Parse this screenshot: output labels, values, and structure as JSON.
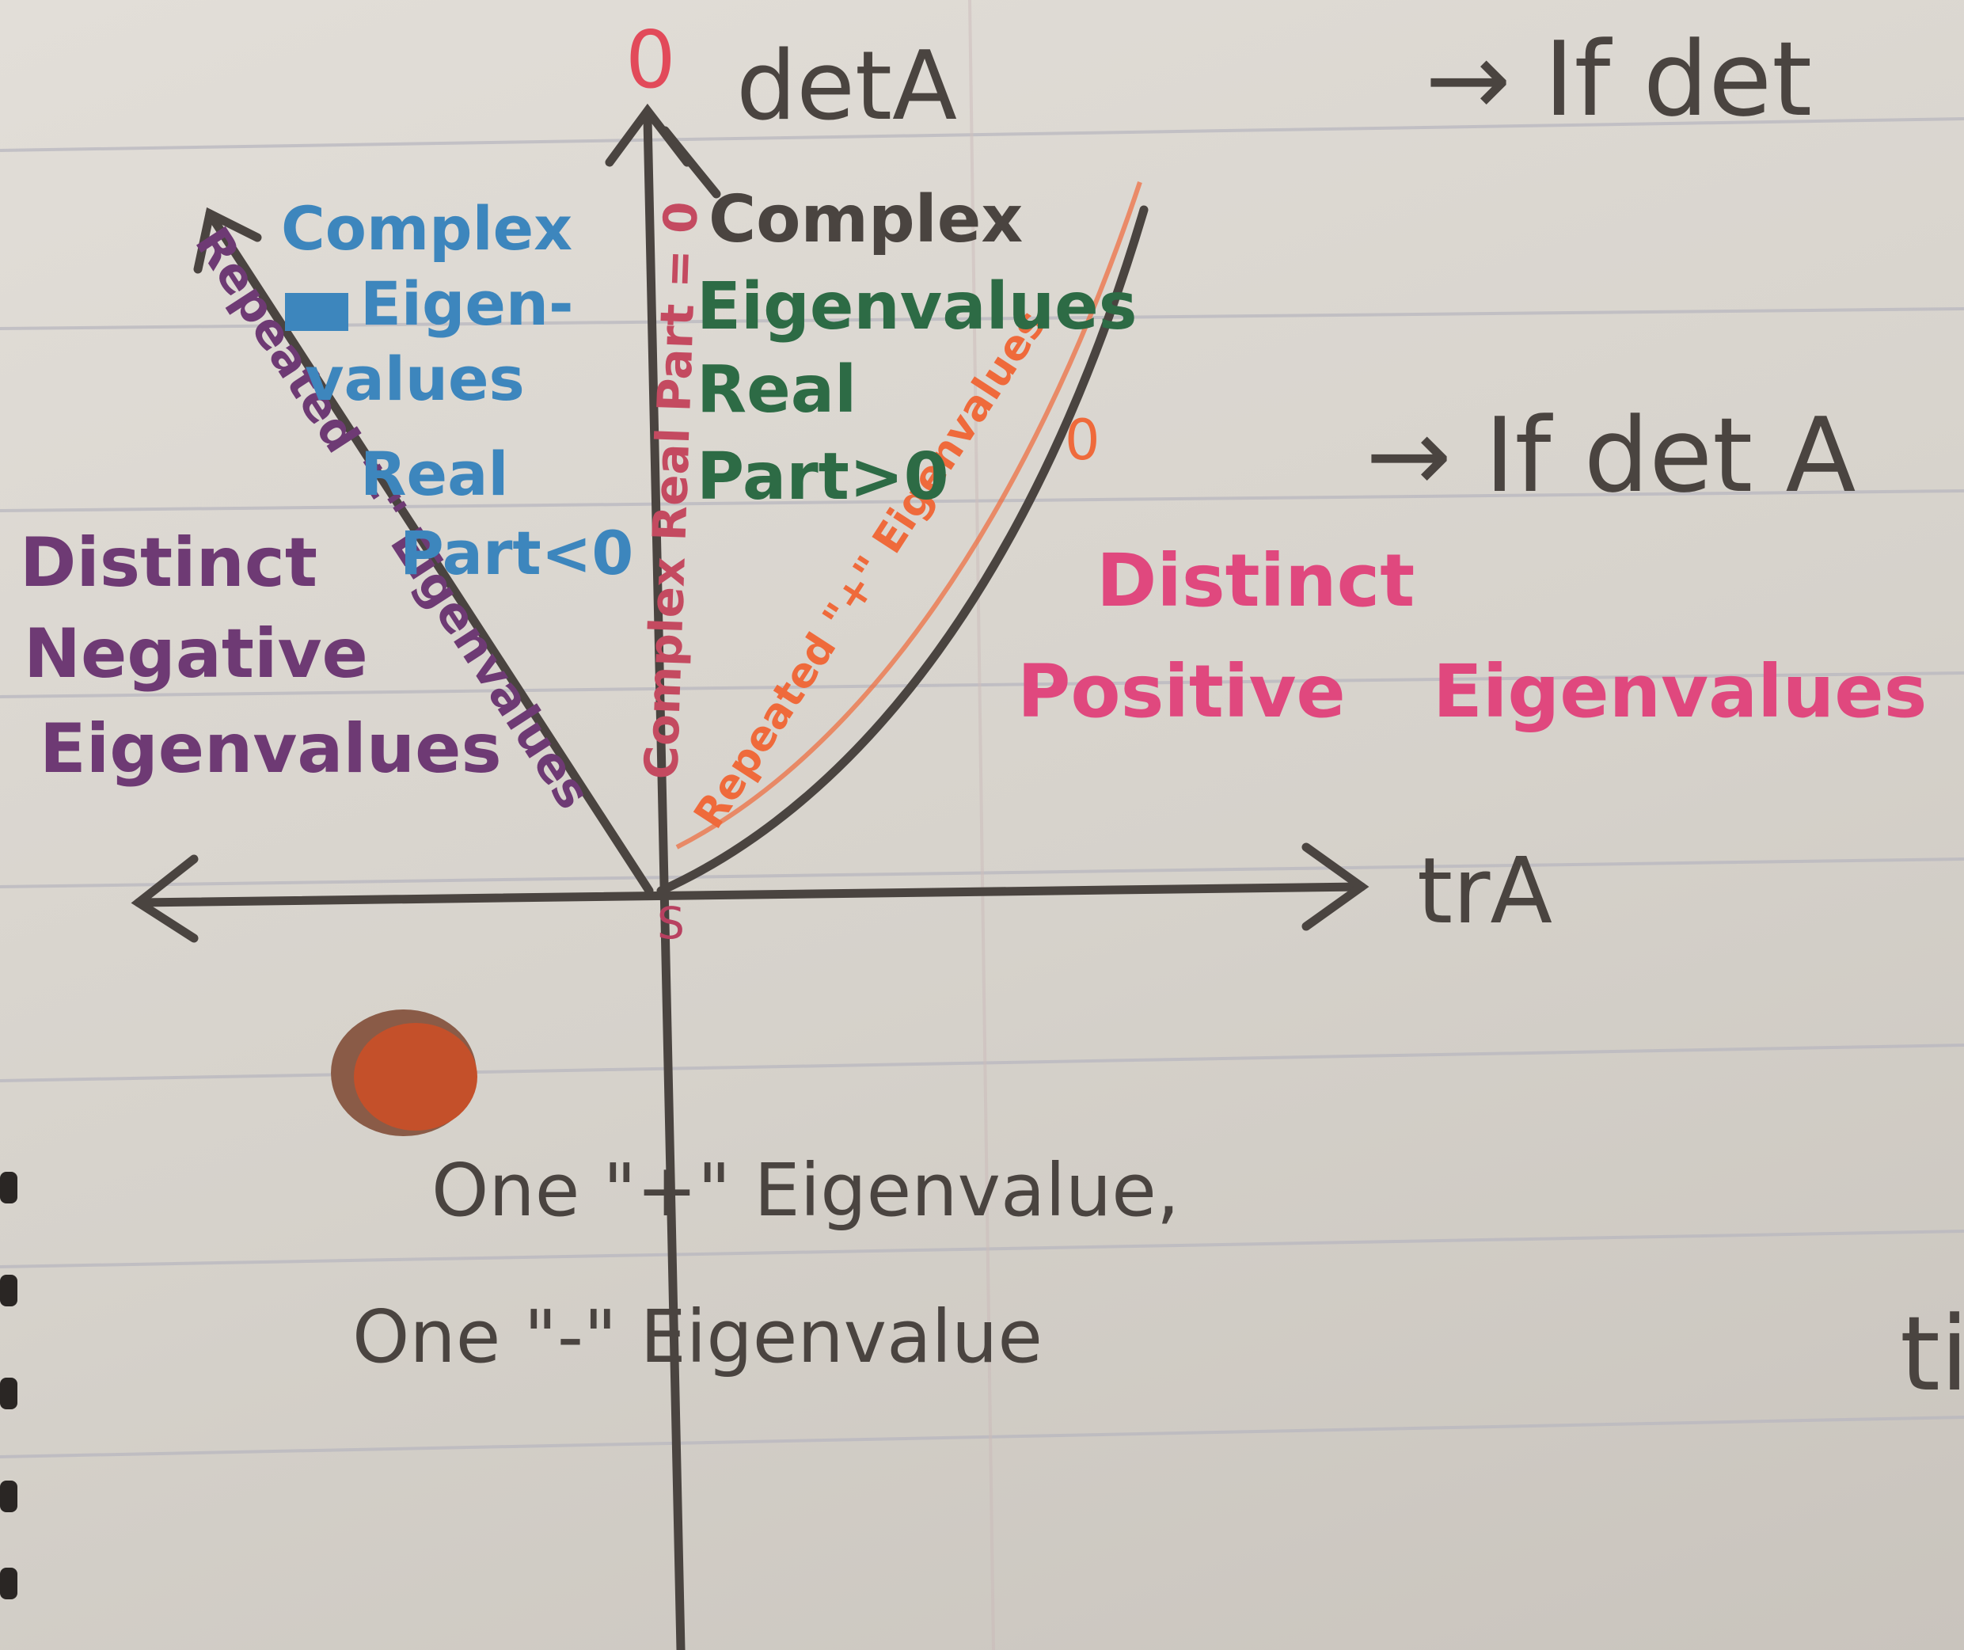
{
  "axes": {
    "vertical_label": "detA",
    "vertical_top_mark": "0",
    "horizontal_label": "trA",
    "origin_mark": "S"
  },
  "curve_labels": {
    "left_diagonal": "Repeated \"-\" Eigenvalues",
    "vertical_axis": "Complex Real Part = 0",
    "parabola": "Repeated \"+\" Eigenvalues",
    "parabola_end_mark": "0"
  },
  "regions": {
    "complex_negative": [
      "Complex",
      "Eigen-",
      "values",
      "Real",
      "Part<0"
    ],
    "complex_positive": [
      "Complex",
      "Eigenvalues",
      "Real",
      "Part>0"
    ],
    "distinct_negative": [
      "Distinct",
      "Negative",
      "Eigenvalues"
    ],
    "distinct_positive": [
      "Distinct",
      "Positive",
      "Eigenvalues"
    ],
    "saddle": [
      "One \"+\" Eigenvalue,",
      "One \"-\" Eigenvalue"
    ]
  },
  "side_notes": {
    "note_1": "→ If det",
    "note_2": "→ If det A",
    "fragment": "ti"
  },
  "colors": {
    "pencil": "#4a4440",
    "complex_neg": "#3d86bd",
    "complex_pos": "#2d6b45",
    "distinct_neg": "#6e3a74",
    "distinct_pos": "#e0487e",
    "repeated_pos": "#ef6a3b",
    "complex_axis": "#c44a60",
    "hole": "#c4502a"
  }
}
